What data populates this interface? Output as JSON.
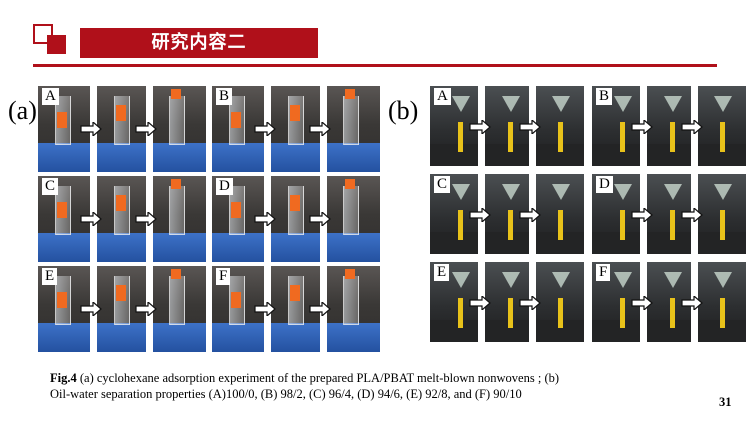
{
  "slide": {
    "title": "研究内容二",
    "page_number": "31"
  },
  "panels": {
    "a": {
      "label": "(a)",
      "photos": [
        "A",
        "B",
        "C",
        "D",
        "E",
        "F"
      ]
    },
    "b": {
      "label": "(b)",
      "photos": [
        "A",
        "B",
        "C",
        "D",
        "E",
        "F"
      ]
    }
  },
  "caption": {
    "fig_label": "Fig.4",
    "line1": " (a) cyclohexane adsorption experiment of the prepared PLA/PBAT melt-blown nonwovens ; (b)",
    "line2": "Oil-water separation properties (A)100/0, (B) 98/2, (C) 96/4, (D) 94/6, (E) 92/8, and (F) 90/10"
  },
  "colors": {
    "brand_red": "#b0101a",
    "bench_blue": "#2f62b8",
    "sample_orange": "#f06a20",
    "oil_yellow": "#e8c21a"
  },
  "icons": [
    "logo-squares-icon",
    "right-arrow-icon"
  ]
}
